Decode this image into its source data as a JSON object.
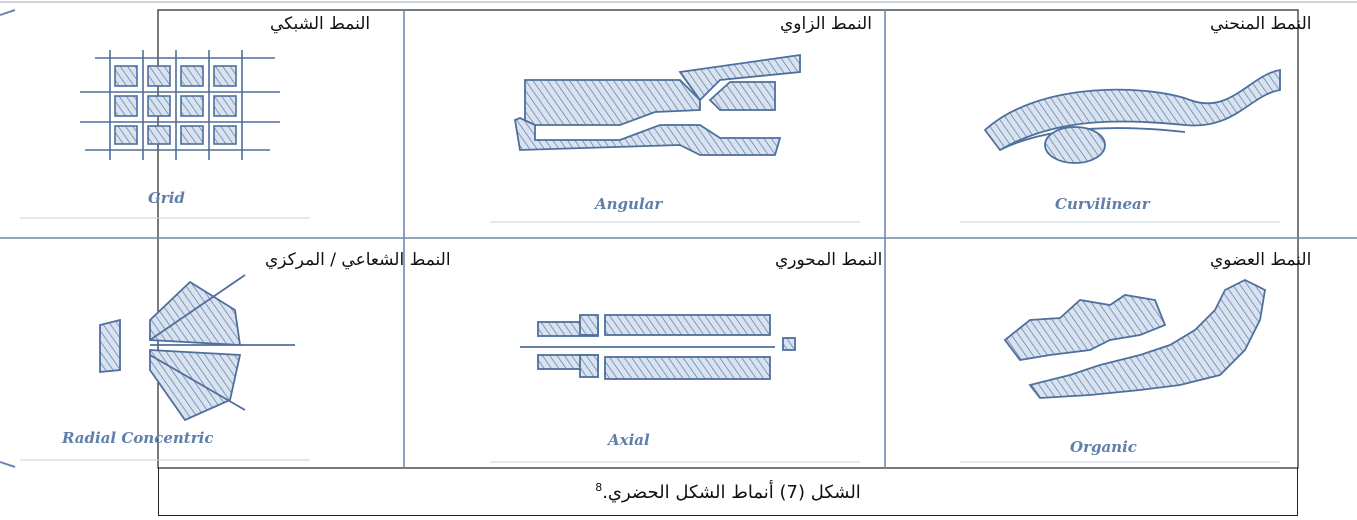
{
  "labels_ar": {
    "grid": "النمط الشبكي",
    "angular": "النمط الزاوي",
    "curvilinear": "النمط المنحني",
    "radial": "النمط الشعاعي / المركزي",
    "axial": "النمط المحوري",
    "organic": "النمط العضوي"
  },
  "labels_en": {
    "grid": "Grid",
    "angular": "Angular",
    "curvilinear": "Curvilinear",
    "radial": "Radial Concentric",
    "axial": "Axial",
    "organic": "Organic"
  },
  "caption": {
    "text": "الشكل (7) أنماط الشكل الحضري.",
    "note": "8"
  },
  "colors": {
    "sketch_fill": "#cfdaea",
    "sketch_stroke": "#4f6f9c",
    "en_label": "#5f7faa",
    "frame": "#222222"
  }
}
